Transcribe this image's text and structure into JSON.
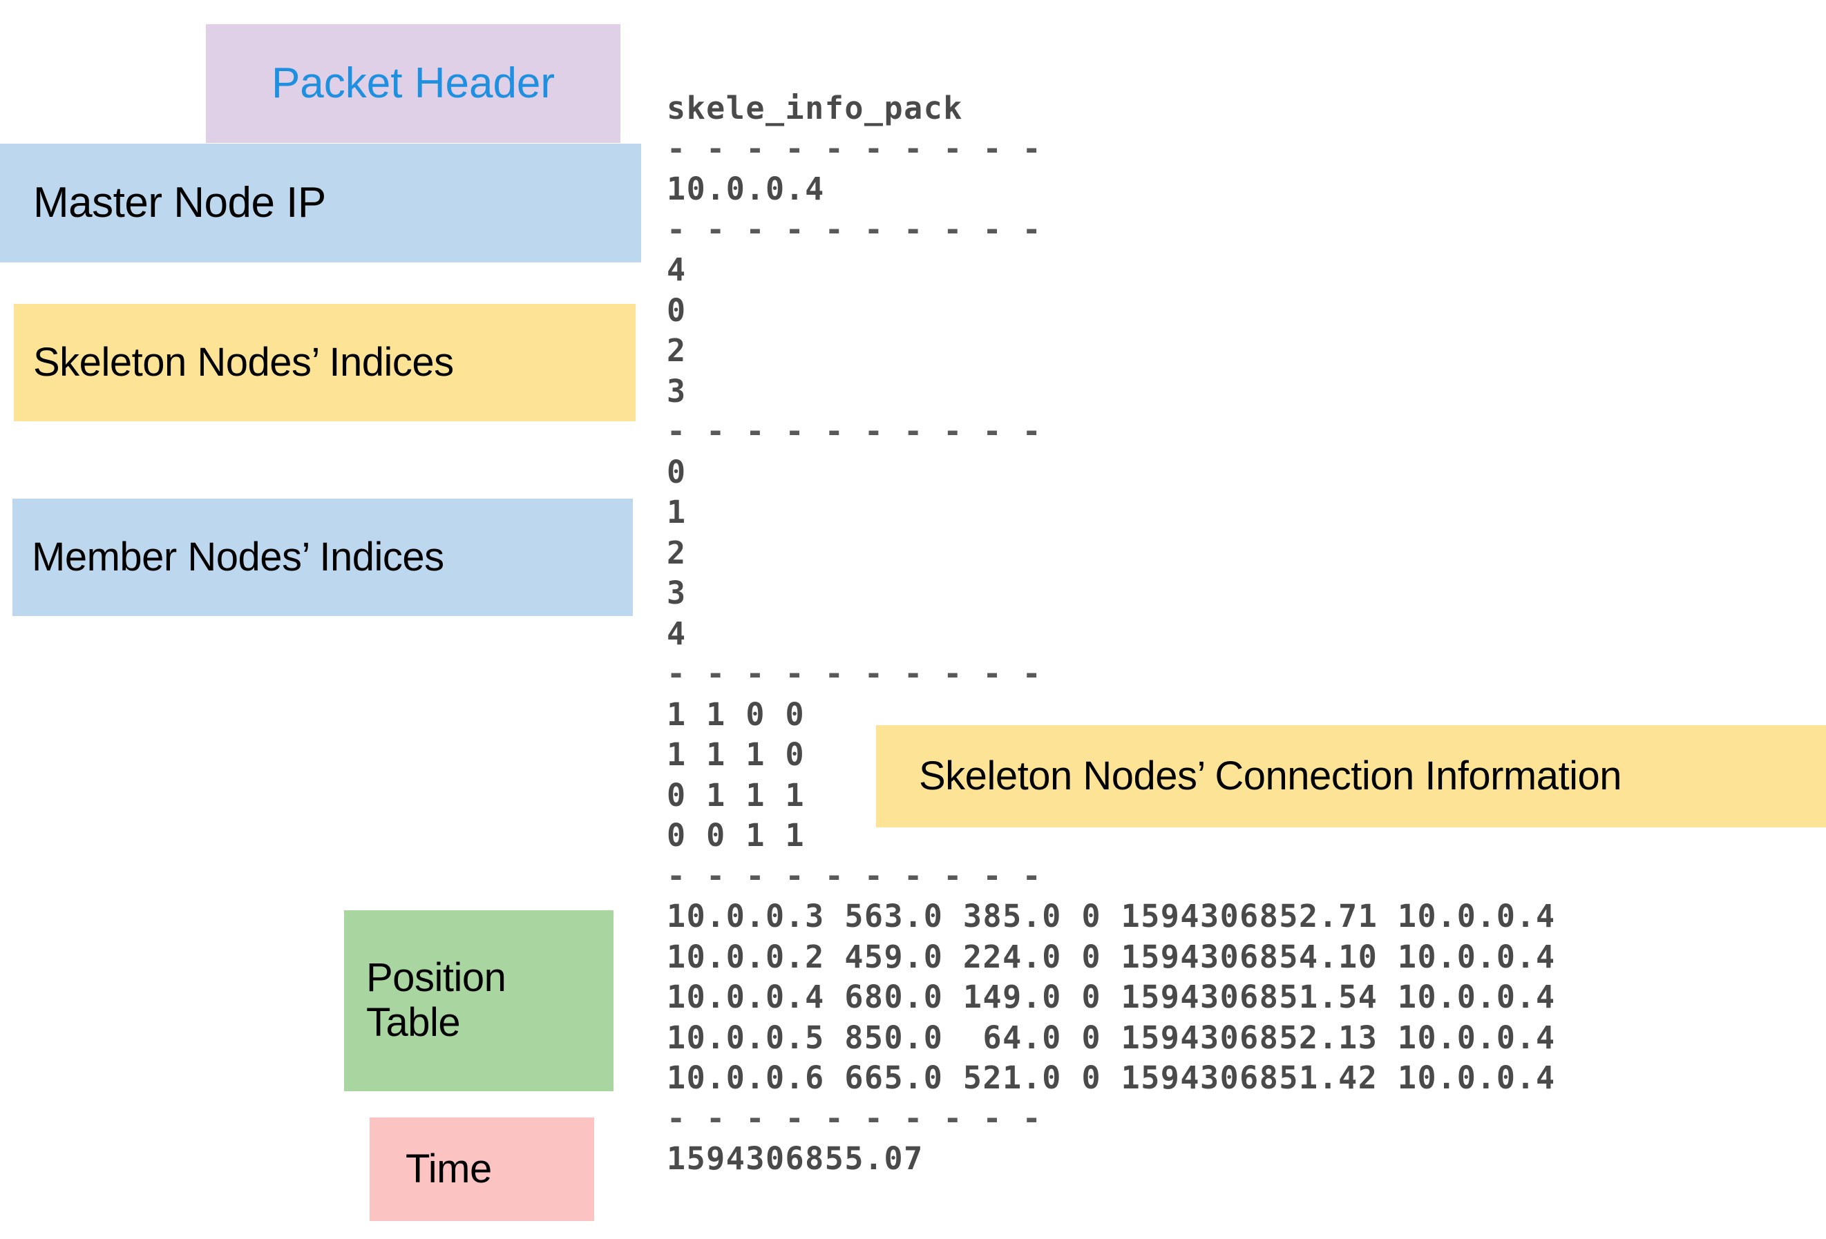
{
  "labels": {
    "packet_header": "Packet Header",
    "master_node_ip": "Master Node IP",
    "skeleton_indices": "Skeleton Nodes’ Indices",
    "member_indices": "Member Nodes’ Indices",
    "connection_info": "Skeleton Nodes’ Connection Information",
    "position_table": "Position\nTable",
    "time": "Time"
  },
  "colors": {
    "packet_header_bg": "#DFD0E8",
    "packet_header_text": "#1F8FE0",
    "blue_bg": "#BDD7EE",
    "yellow_bg": "#FCE395",
    "green_bg": "#A9D6A0",
    "pink_bg": "#FCC3C3",
    "mono_text": "#4a4a4a"
  },
  "packet": {
    "header": "skele_info_pack",
    "separator": "- - - - - - - - - -",
    "master_node_ip": "10.0.0.4",
    "skeleton_node_indices": [
      "4",
      "0",
      "2",
      "3"
    ],
    "member_node_indices": [
      "0",
      "1",
      "2",
      "3",
      "4"
    ],
    "connection_matrix": [
      "1 1 0 0",
      "1 1 1 0",
      "0 1 1 1",
      "0 0 1 1"
    ],
    "position_table": [
      "10.0.0.3 563.0 385.0 0 1594306852.71 10.0.0.4",
      "10.0.0.2 459.0 224.0 0 1594306854.10 10.0.0.4",
      "10.0.0.4 680.0 149.0 0 1594306851.54 10.0.0.4",
      "10.0.0.5 850.0  64.0 0 1594306852.13 10.0.0.4",
      "10.0.0.6 665.0 521.0 0 1594306851.42 10.0.0.4"
    ],
    "time": "1594306855.07",
    "lines": [
      {
        "kind": "header",
        "text": "skele_info_pack"
      },
      {
        "kind": "separator",
        "text": "- - - - - - - - - -"
      },
      {
        "kind": "ip",
        "text": "10.0.0.4"
      },
      {
        "kind": "separator",
        "text": "- - - - - - - - - -"
      },
      {
        "kind": "index",
        "text": "4"
      },
      {
        "kind": "index",
        "text": "0"
      },
      {
        "kind": "index",
        "text": "2"
      },
      {
        "kind": "index",
        "text": "3"
      },
      {
        "kind": "separator",
        "text": "- - - - - - - - - -"
      },
      {
        "kind": "index",
        "text": "0"
      },
      {
        "kind": "index",
        "text": "1"
      },
      {
        "kind": "index",
        "text": "2"
      },
      {
        "kind": "index",
        "text": "3"
      },
      {
        "kind": "index",
        "text": "4"
      },
      {
        "kind": "separator",
        "text": "- - - - - - - - - -"
      },
      {
        "kind": "matrix",
        "text": "1 1 0 0"
      },
      {
        "kind": "matrix",
        "text": "1 1 1 0"
      },
      {
        "kind": "matrix",
        "text": "0 1 1 1"
      },
      {
        "kind": "matrix",
        "text": "0 0 1 1"
      },
      {
        "kind": "separator",
        "text": "- - - - - - - - - -"
      },
      {
        "kind": "row",
        "text": "10.0.0.3 563.0 385.0 0 1594306852.71 10.0.0.4"
      },
      {
        "kind": "row",
        "text": "10.0.0.2 459.0 224.0 0 1594306854.10 10.0.0.4"
      },
      {
        "kind": "row",
        "text": "10.0.0.4 680.0 149.0 0 1594306851.54 10.0.0.4"
      },
      {
        "kind": "row",
        "text": "10.0.0.5 850.0  64.0 0 1594306852.13 10.0.0.4"
      },
      {
        "kind": "row",
        "text": "10.0.0.6 665.0 521.0 0 1594306851.42 10.0.0.4"
      },
      {
        "kind": "separator",
        "text": "- - - - - - - - - -"
      },
      {
        "kind": "time",
        "text": "1594306855.07"
      }
    ]
  }
}
